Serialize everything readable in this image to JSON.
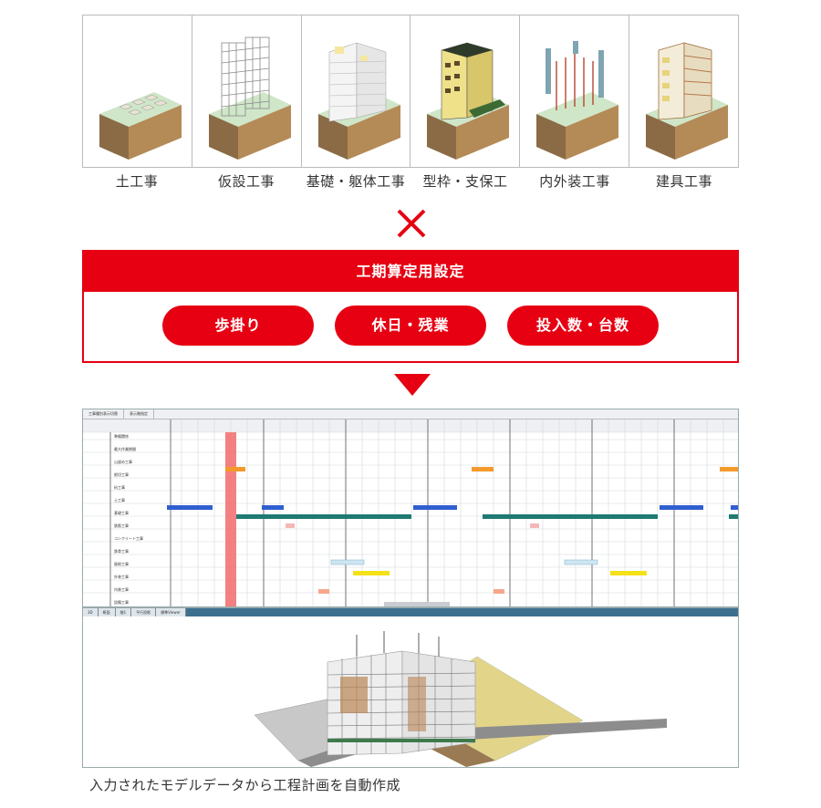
{
  "stages": [
    "土工事",
    "仮設工事",
    "基礎・躯体工事",
    "型枠・支保工",
    "内外装工事",
    "建具工事"
  ],
  "settings": {
    "title": "工期算定用設定",
    "items": [
      "歩掛り",
      "休日・残業",
      "投入数・台数"
    ]
  },
  "gantt": {
    "toolbar": [
      "工事種別表示切替",
      "表示階指定"
    ],
    "row_labels": [
      "準備関係",
      "最大作業期間",
      "山留め工事",
      "根切工事",
      "杭工事",
      "土工事",
      "基礎工事",
      "鉄筋工事",
      "コンクリート工事",
      "鉄骨工事",
      "屋根工事",
      "外装工事",
      "内装工事",
      "設備工事"
    ]
  },
  "model_tabs": [
    "3D",
    "断面",
    "階1",
    "平行投影",
    "標準Viewer"
  ],
  "caption": "入力されたモデルデータから工程計画を自動作成"
}
